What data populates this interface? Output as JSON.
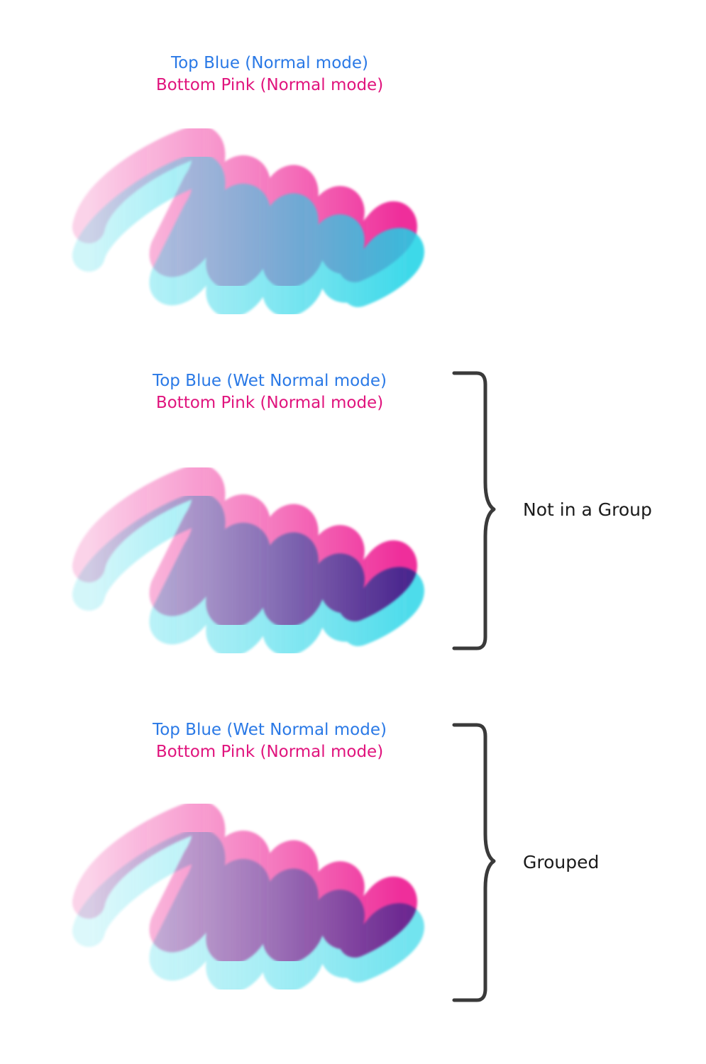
{
  "colors": {
    "blue_text": "#2a79e6",
    "pink_text": "#e0147d",
    "blue_stroke": "#1fd3e6",
    "pink_stroke": "#ef2f9b",
    "brace": "#3a3a3a",
    "label": "#1a1a1a"
  },
  "examples": [
    {
      "top_label": "Top Blue (Normal mode)",
      "bottom_label": "Bottom Pink (Normal mode)",
      "mix_style": "opaque"
    },
    {
      "top_label": "Top Blue (Wet Normal mode)",
      "bottom_label": "Bottom Pink (Normal mode)",
      "mix_style": "wet",
      "bracket_label": "Not in a Group"
    },
    {
      "top_label": "Top Blue (Wet Normal mode)",
      "bottom_label": "Bottom Pink (Normal mode)",
      "mix_style": "wet-grouped",
      "bracket_label": "Grouped"
    }
  ]
}
